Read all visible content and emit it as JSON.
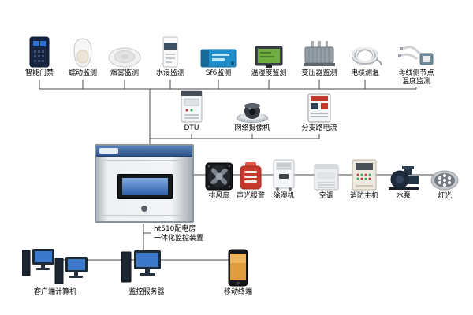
{
  "top_row": [
    {
      "label": "智能门禁"
    },
    {
      "label": "蠕动监测"
    },
    {
      "label": "烟雾监测"
    },
    {
      "label": "水浸监测"
    },
    {
      "label": "Sf6监测"
    },
    {
      "label": "温湿度监测"
    },
    {
      "label": "变压器监测"
    },
    {
      "label": "电缆测温"
    },
    {
      "label": "母线侧节点",
      "label2": "温度监测"
    }
  ],
  "mid_row": [
    {
      "label": "DTU"
    },
    {
      "label": "网络摄像机"
    },
    {
      "label": "分支路电流"
    }
  ],
  "right_row": [
    {
      "label": "排风扇"
    },
    {
      "label": "声光报警"
    },
    {
      "label": "除湿机"
    },
    {
      "label": "空调"
    },
    {
      "label": "消防主机"
    },
    {
      "label": "水泵"
    },
    {
      "label": "灯光"
    }
  ],
  "bottom_row": [
    {
      "label": "客户端计算机"
    },
    {
      "label": "监控服务器"
    },
    {
      "label": "移动终端"
    }
  ],
  "cabinet": {
    "label_line1": "ht510配电房",
    "label_line2": "一体化监控装置"
  },
  "colors": {
    "line": "#4a4a4a",
    "alarm_red": "#c8372c",
    "sf6_blue": "#1f8dc8",
    "screen_blue": "#3c78cc",
    "phone_orange": "#e09b3a",
    "cabinet_band": "#2d5288"
  }
}
